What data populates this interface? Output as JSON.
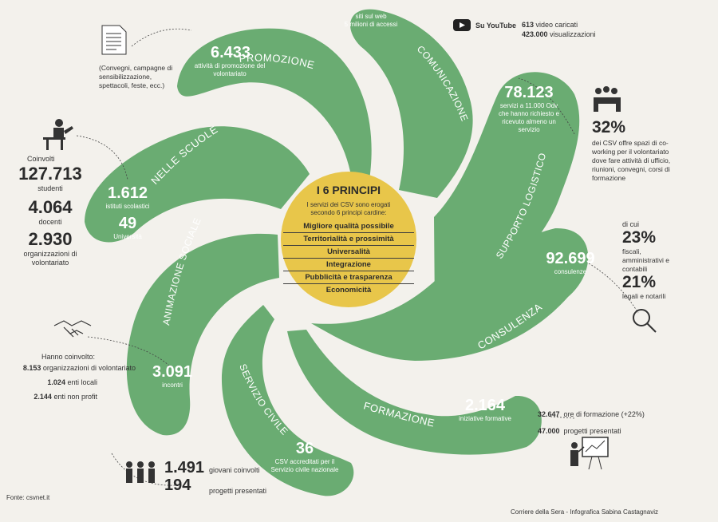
{
  "colors": {
    "green": "#6aac72",
    "yellow": "#e8c64a",
    "paper": "#f3f1ec",
    "text": "#2b2b2b"
  },
  "arm_labels": {
    "promozione": "PROMOZIONE",
    "comunicazione": "COMUNICAZIONE",
    "supporto": "SUPPORTO LOGISTICO",
    "consulenza": "CONSULENZA",
    "formazione": "FORMAZIONE",
    "servizio_civile": "SERVIZIO CIVILE",
    "animazione": "ANIMAZIONE SOCIALE",
    "scuole": "NELLE SCUOLE"
  },
  "center": {
    "title": "I 6 PRINCIPI",
    "subtitle": "I servizi dei CSV sono erogati secondo 6 principi cardine:",
    "principles": [
      "Migliore qualità possibile",
      "Territorialità e prossimità",
      "Universalità",
      "Integrazione",
      "Pubblicità e trasparenza",
      "Economicità"
    ]
  },
  "promozione": {
    "value": "6.433",
    "desc": "attività di promozione del volontariato",
    "note": "(Convegni, campagne di sensibilizzazione, spettacoli, feste, ecc.)"
  },
  "comunicazione": {
    "top_line1": "siti sul web",
    "top_line2": "5 milioni di accessi",
    "youtube_label": "Su YouTube",
    "videos_value": "613",
    "videos_label": "video caricati",
    "views_value": "423.000",
    "views_label": "visualizzazioni"
  },
  "supporto": {
    "value": "78.123",
    "desc": "servizi a 11.000 Odv che hanno richiesto e ricevuto almeno un servizio",
    "pct": "32%",
    "pct_desc": "dei CSV offre spazi di co-working per il volontariato dove fare attività di ufficio, riunioni, convegni, corsi di formazione"
  },
  "consulenza": {
    "value": "92.699",
    "desc": "consulenze",
    "di_cui": "di cui",
    "pct1": "23%",
    "pct1_desc": "fiscali, amministrativi e contabili",
    "pct2": "21%",
    "pct2_desc": "legali e notarili"
  },
  "formazione": {
    "value": "2.164",
    "desc": "iniziative formative",
    "hours_value": "32.647",
    "hours_label": "ore di formazione (+22%)",
    "projects_value": "47.000",
    "projects_label": "progetti presentati"
  },
  "servizio_civile": {
    "value": "36",
    "desc": "CSV accreditati per il Servizio civile nazionale",
    "young_value": "1.491",
    "young_label": "giovani coinvolti",
    "proj_value": "194",
    "proj_label": "progetti presentati"
  },
  "animazione": {
    "value": "3.091",
    "desc": "incontri",
    "coinvolto": "Hanno coinvolto:",
    "org_value": "8.153",
    "org_label": "organizzazioni di volontariato",
    "enti_value": "1.024",
    "enti_label": "enti locali",
    "np_value": "2.144",
    "np_label": "enti non profit"
  },
  "scuole": {
    "istituti_value": "1.612",
    "istituti_label": "istituti scolastici",
    "univ_value": "49",
    "univ_label": "Università",
    "coinvolti": "Coinvolti",
    "studenti_value": "127.713",
    "studenti_label": "studenti",
    "docenti_value": "4.064",
    "docenti_label": "docenti",
    "org_value": "2.930",
    "org_label": "organizzazioni di volontariato"
  },
  "footer": {
    "source": "Fonte: csvnet.it",
    "credit": "Corriere della Sera - Infografica Sabina Castagnaviz"
  }
}
